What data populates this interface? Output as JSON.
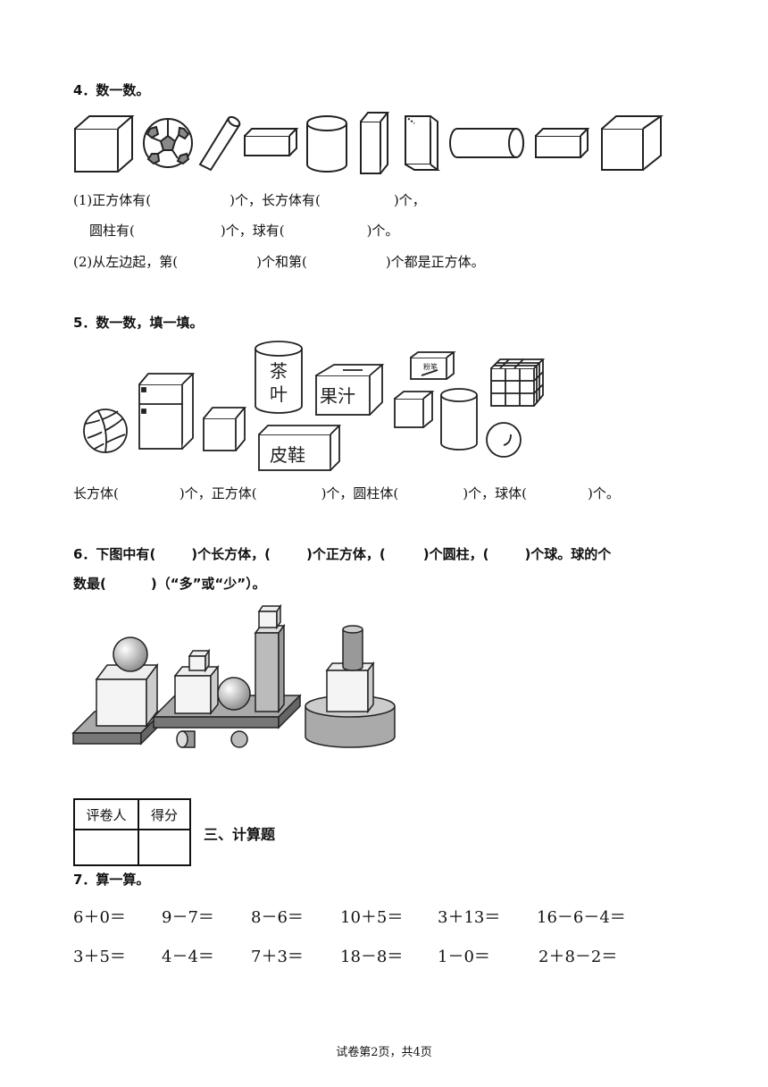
{
  "q4": {
    "title": "4．数一数。",
    "l1a": "(1)正方体有(",
    "l1b": ")个，长方体有(",
    "l1c": ")个，",
    "l2a": "圆柱有(",
    "l2b": ")个，球有(",
    "l2c": ")个。",
    "l3a": "(2)从左边起，第(",
    "l3b": ")个和第(",
    "l3c": ")个都是正方体。"
  },
  "q5": {
    "title": "5．数一数，填一填。",
    "labels": {
      "tea1": "茶",
      "tea2": "叶",
      "juice": "果汁",
      "shoes": "皮鞋",
      "chalk": "粉笔"
    },
    "a": "长方体(",
    "b": ")个，正方体(",
    "c": ")个，圆柱体(",
    "d": ")个，球体(",
    "e": ")个。"
  },
  "q6": {
    "l1a": "6．下图中有(",
    "l1b": ")个长方体，(",
    "l1c": ")个正方体，(",
    "l1d": ")个圆柱，(",
    "l1e": ")个球。球的个",
    "l2a": "数最(",
    "l2b": ")（“多”或“少”）。"
  },
  "section": {
    "grader": "评卷人",
    "score": "得分",
    "title": "三、计算题"
  },
  "q7": {
    "title": "7．算一算。",
    "row1": [
      "6＋0＝",
      "9－7＝",
      "8－6＝",
      "10＋5＝",
      "3＋13＝",
      "16－6－4＝"
    ],
    "row2": [
      "3＋5＝",
      "4－4＝",
      "7＋3＝",
      "18－8＝",
      "1－0＝",
      "2＋8－2＝"
    ]
  },
  "footer": "试卷第2页，共4页"
}
